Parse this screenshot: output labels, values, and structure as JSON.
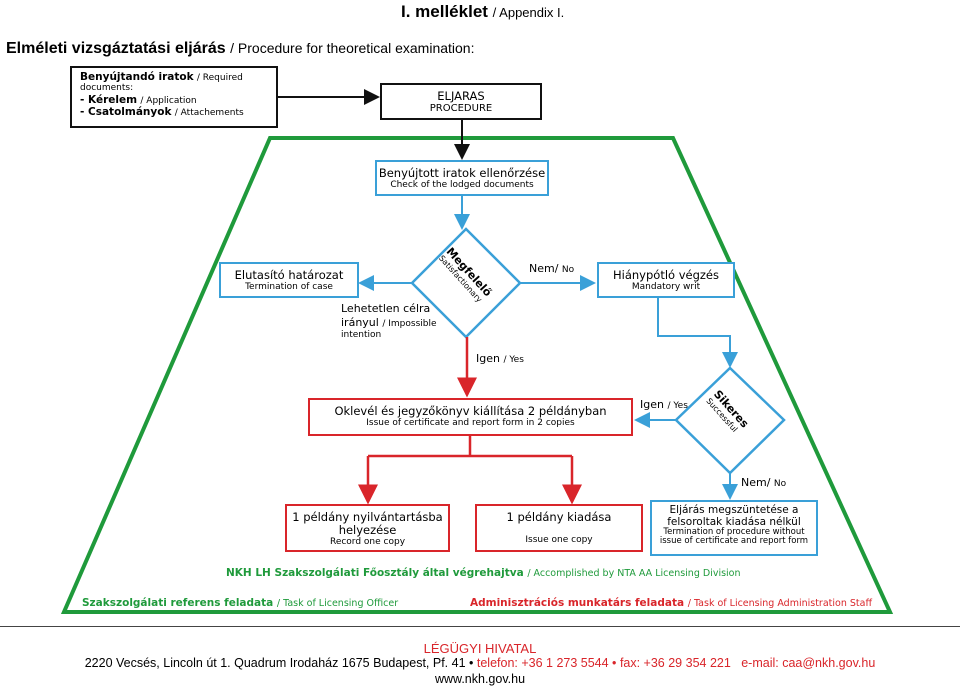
{
  "header": {
    "appendix_bold": "I. melléklet",
    "appendix_rest": "/ Appendix I.",
    "title_bold": "Elméleti vizsgáztatási eljárás",
    "title_rest": "/ Procedure for theoretical examination:"
  },
  "docs_box": {
    "line1_bold": "Benyújtandó iratok",
    "line1_rest": "/ Required",
    "line2": "documents:",
    "line3_bold": "- Kérelem",
    "line3_rest": "/ Application",
    "line4_bold": "- Csatolmányok",
    "line4_rest": "/ Attachements"
  },
  "nodes": {
    "procedure": {
      "hu": "ELJARAS",
      "en": "PROCEDURE"
    },
    "check": {
      "hu": "Benyújtott iratok ellenőrzése",
      "en": "Check of the lodged documents"
    },
    "decision1": {
      "hu": "Megfelelő",
      "en": "Satisfactionary"
    },
    "termination": {
      "hu": "Elutasító határozat",
      "en": "Termination of case"
    },
    "mandatory": {
      "hu": "Hiánypótló végzés",
      "en": "Mandatory writ"
    },
    "issue_cert": {
      "hu": "Oklevél és jegyzőkönyv kiállítása 2 példányban",
      "en": "Issue of certificate and report form in 2 copies"
    },
    "decision2": {
      "hu": "Sikeres",
      "en": "Successful"
    },
    "record": {
      "hu1": "1 példány nyilvántartásba",
      "hu2": "helyezése",
      "en": "Record one copy"
    },
    "issue_copy": {
      "hu": "1 példány kiadása",
      "en": "Issue one copy"
    },
    "terminate_proc": {
      "hu1": "Eljárás megszüntetése a",
      "hu2": "felsoroltak kiadása nélkül",
      "en1": "Termination of procedure without",
      "en2": "issue of certificate and report form"
    }
  },
  "labels": {
    "impossible_hu1": "Lehetetlen célra",
    "impossible_hu2": "irányul",
    "impossible_en1": "/ Impossible",
    "impossible_en2": "intention",
    "no1_hu": "Nem/",
    "no1_en": "No",
    "yes1_hu": "Igen",
    "yes1_en": "/ Yes",
    "yes2_hu": "Igen",
    "yes2_en": "/ Yes",
    "no2_hu": "Nem/",
    "no2_en": "No"
  },
  "notes": {
    "nkh_bold": "NKH LH Szakszolgálati Főosztály által végrehajtva",
    "nkh_rest": "/ Accomplished by NTA AA Licensing Division",
    "left_bold": "Szakszolgálati referens feladata",
    "left_rest": "/ Task of Licensing Officer",
    "right_bold": "Adminisztrációs munkatárs feladata",
    "right_rest": "/ Task of Licensing Administration Staff"
  },
  "footer": {
    "org": "LÉGÜGYI HIVATAL",
    "address": "2220 Vecsés, Lincoln út 1. Quadrum Irodaház 1675 Budapest, Pf. 41 •",
    "phone": "telefon: +36 1 273 5544 •",
    "fax": "fax: +36 29 354 221",
    "email": "e-mail: caa@nkh.gov.hu",
    "web": "www.nkh.gov.hu"
  },
  "colors": {
    "blue": "#3aa0d8",
    "red": "#d9252a",
    "green": "#1f9a3b"
  }
}
